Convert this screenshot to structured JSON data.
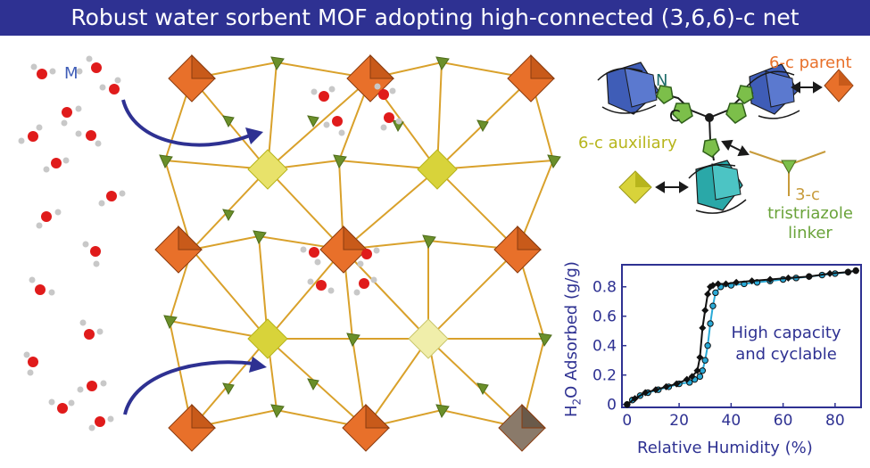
{
  "title": "Robust water sorbent MOF adopting high-connected (3,6,6)-c net",
  "labels": {
    "metal": "M",
    "nitrogen": "N",
    "carbon": "C",
    "parent": "6-c parent",
    "auxiliary": "6-c auxiliary",
    "linker_top": "3-c",
    "linker_bottom": "tristriazole",
    "linker_last": "linker",
    "inset_note": "High capacity and cyclable"
  },
  "colors": {
    "title_bg": "#2e3192",
    "arrow": "#2e3192",
    "orange_node": "#e8702a",
    "yellow_node": "#d8d33a",
    "green_node": "#6a8f2a",
    "water_oxygen": "#e01b1b",
    "water_hydrogen": "#c8c8c8"
  },
  "chart_data": {
    "type": "line",
    "xlabel": "Relative Humidity (%)",
    "ylabel": "H2O Adsorbed (g/g)",
    "xlim": [
      -2,
      90
    ],
    "ylim": [
      -0.02,
      0.95
    ],
    "xticks": [
      0,
      20,
      40,
      60,
      80
    ],
    "yticks": [
      0,
      0.2,
      0.4,
      0.6,
      0.8
    ],
    "grid": false,
    "series": [
      {
        "name": "",
        "color": "#29a9d6",
        "marker": "circle",
        "x": [
          0,
          2,
          5,
          8,
          12,
          16,
          20,
          24,
          26,
          28,
          29,
          30,
          31,
          32,
          33,
          34,
          36,
          40,
          45,
          50,
          55,
          60,
          65,
          70,
          75,
          80,
          85,
          88
        ],
        "y": [
          0.0,
          0.03,
          0.06,
          0.08,
          0.1,
          0.12,
          0.14,
          0.15,
          0.17,
          0.19,
          0.23,
          0.3,
          0.4,
          0.55,
          0.67,
          0.76,
          0.8,
          0.81,
          0.82,
          0.83,
          0.84,
          0.85,
          0.86,
          0.87,
          0.88,
          0.89,
          0.9,
          0.91
        ]
      },
      {
        "name": "",
        "color": "#111111",
        "marker": "diamond",
        "x": [
          0,
          3,
          7,
          11,
          15,
          19,
          23,
          25,
          27,
          28,
          29,
          30,
          31,
          32,
          33,
          35,
          38,
          42,
          48,
          55,
          62,
          70,
          78,
          85,
          88
        ],
        "y": [
          0.0,
          0.04,
          0.08,
          0.1,
          0.12,
          0.14,
          0.17,
          0.19,
          0.23,
          0.32,
          0.52,
          0.64,
          0.75,
          0.8,
          0.81,
          0.82,
          0.82,
          0.83,
          0.84,
          0.85,
          0.86,
          0.87,
          0.89,
          0.9,
          0.91
        ]
      }
    ]
  }
}
